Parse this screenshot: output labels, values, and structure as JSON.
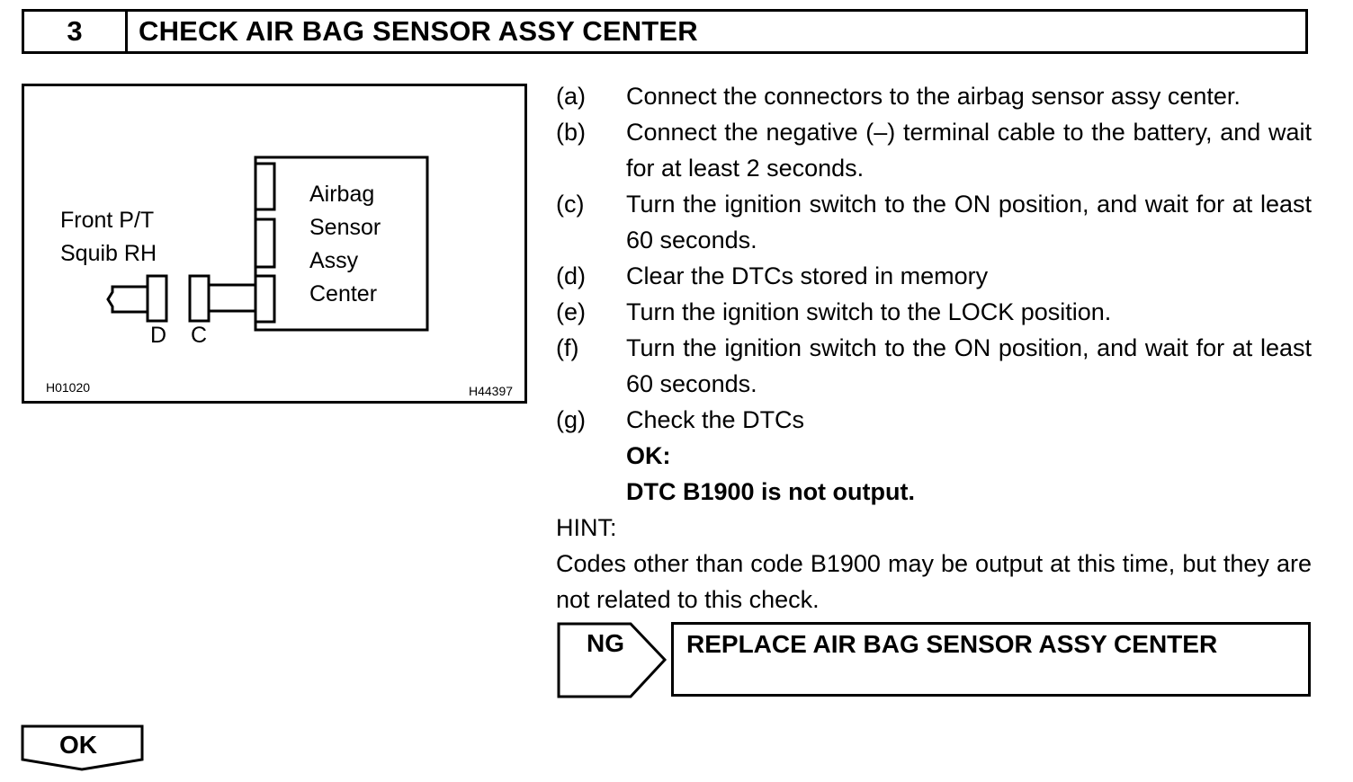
{
  "header": {
    "step_number": "3",
    "title": "CHECK AIR BAG SENSOR ASSY CENTER"
  },
  "figure": {
    "component_label_line1": "Front P/T",
    "component_label_line2": "Squib RH",
    "connector_d": "D",
    "connector_c": "C",
    "sensor_label_line1": "Airbag",
    "sensor_label_line2": "Sensor",
    "sensor_label_line3": "Assy",
    "sensor_label_line4": "Center",
    "code_left": "H01020",
    "code_right": "H44397"
  },
  "steps": [
    {
      "label": "(a)",
      "text": "Connect the connectors to the airbag sensor assy center."
    },
    {
      "label": "(b)",
      "text": "Connect the negative (–) terminal cable to the battery, and wait for at least 2 seconds."
    },
    {
      "label": "(c)",
      "text": "Turn the ignition switch to the ON position, and wait for at least 60 seconds."
    },
    {
      "label": "(d)",
      "text": "Clear the DTCs stored in memory"
    },
    {
      "label": "(e)",
      "text": "Turn the ignition switch to the LOCK position."
    },
    {
      "label": "(f)",
      "text": "Turn the ignition switch to the ON position, and wait for at least 60 seconds."
    },
    {
      "label": "(g)",
      "text": "Check the DTCs"
    }
  ],
  "ok_condition": {
    "label": "OK:",
    "text": "DTC B1900 is not output."
  },
  "hint": {
    "label": "HINT:",
    "text": "Codes other than code B1900 may be output at this time, but they are not related to this check."
  },
  "ng_result": {
    "label": "NG",
    "action": "REPLACE AIR BAG SENSOR ASSY CENTER"
  },
  "ok_result": {
    "label": "OK"
  }
}
